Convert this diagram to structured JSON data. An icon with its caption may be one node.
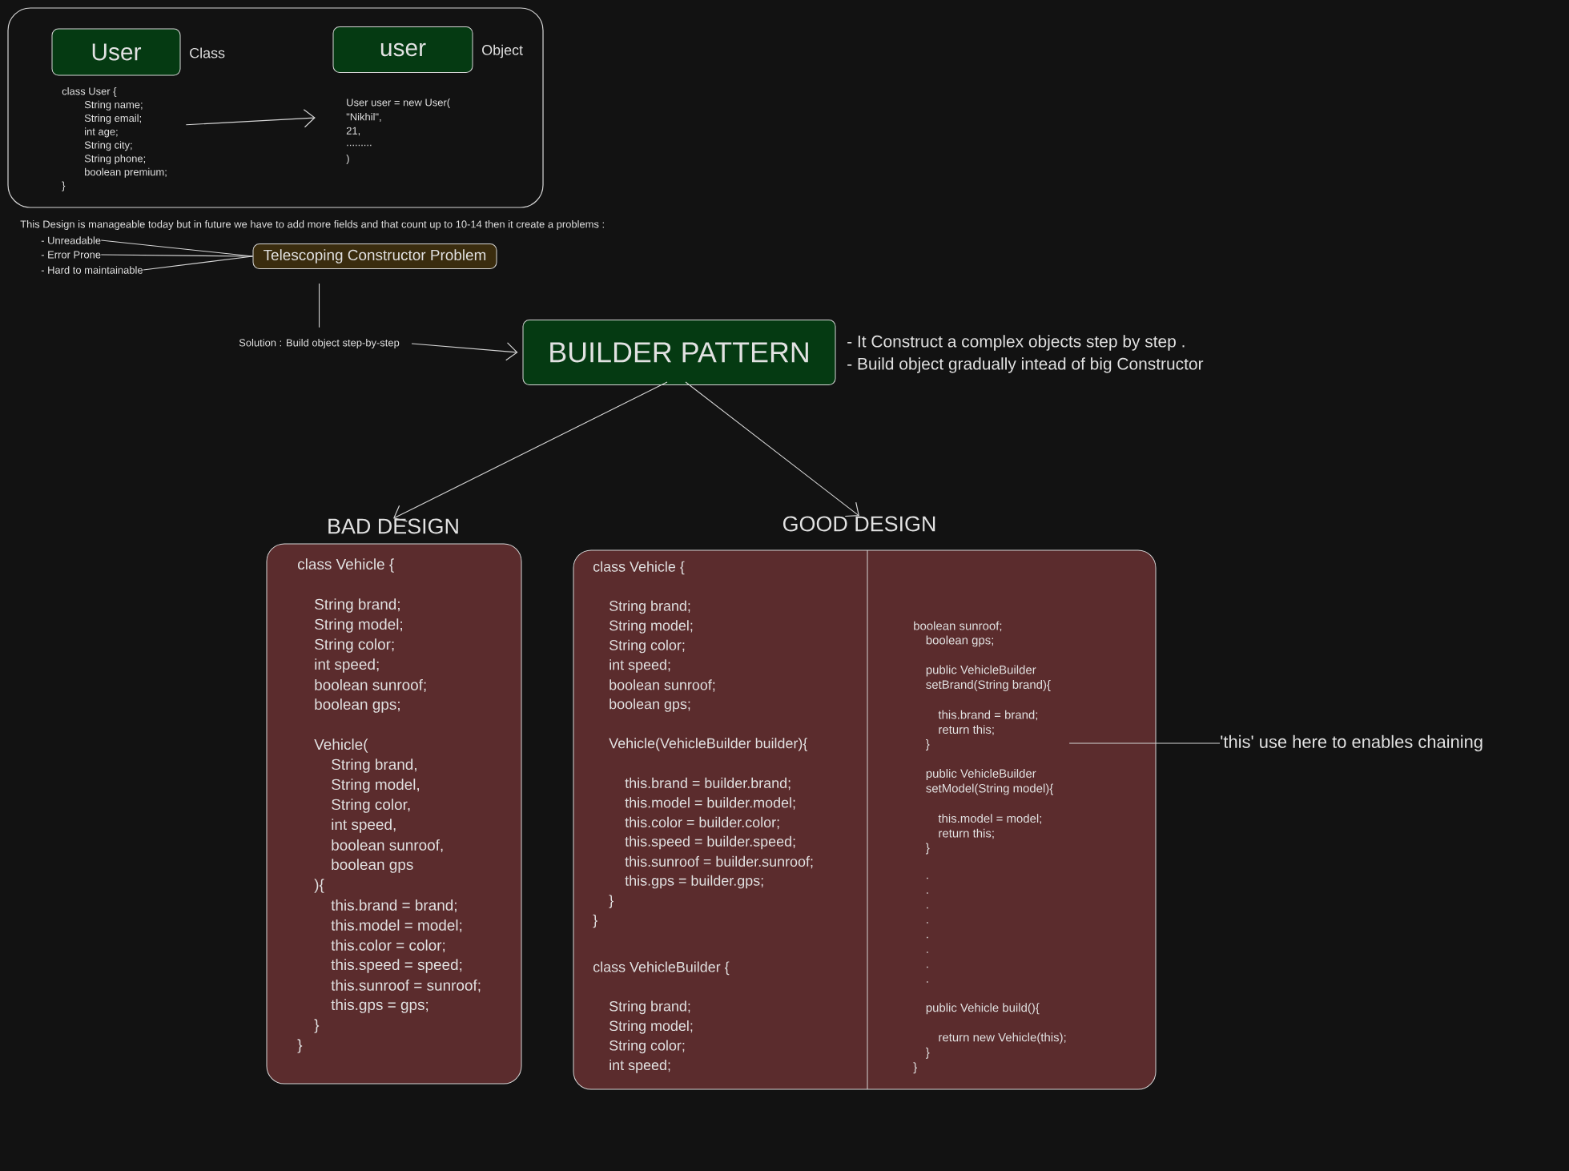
{
  "diagram": {
    "nodes": [
      {
        "text": [],
        "shape": "box"
      },
      {
        "text": [
          "User"
        ],
        "beside": [
          "Class"
        ],
        "in": 0
      },
      {
        "text": [
          "user"
        ],
        "beside": [
          "Object"
        ],
        "in": 0
      },
      {
        "text": [
          "class User {",
          "String name;",
          "String email;",
          "int age;",
          "String city;",
          "String phone;",
          "boolean premium;",
          "}"
        ],
        "in": 0
      },
      {
        "text": [
          "User user = new  User(",
          "\"Nikhil\",",
          "21,",
          ".........",
          ")"
        ],
        "in": 0
      },
      {
        "text": [
          "- Unreadable"
        ]
      },
      {
        "text": [
          "- Error Prone"
        ]
      },
      {
        "text": [
          "- Hard to maintainable"
        ]
      },
      {
        "text": [
          "Telescoping Constructor Problem"
        ]
      },
      {
        "text": [
          "Solution : Build object step-by-step"
        ]
      },
      {
        "text": [
          "BUILDER PATTERN"
        ],
        "beside": [
          "- It Construct a complex objects step by step .",
          "- Build object gradually intead of big Constructor"
        ]
      },
      {
        "text": [
          "BAD DESIGN",
          "class Vehicle {",
          "String brand;",
          "String model;",
          "String color;",
          "int speed;",
          "boolean sunroof;",
          "boolean gps;",
          "Vehicle(",
          "String brand,",
          "String model,",
          "String color,",
          "int speed,",
          "boolean sunroof,",
          "boolean gps",
          "){",
          "this.brand = brand;",
          "this.model = model;",
          "this.color = color;",
          "this.speed = speed;",
          "this.sunroof = sunroof;",
          "this.gps = gps;",
          "}",
          "}"
        ]
      },
      {
        "text": [
          "GOOD DESIGN"
        ]
      },
      {
        "text": [
          "class Vehicle {",
          "String brand;",
          "String model;",
          "String color;",
          "int speed;",
          "boolean sunroof;",
          "boolean gps;",
          "Vehicle(VehicleBuilder builder){",
          "this.brand = builder.brand;",
          "this.model = builder.model;",
          "this.color = builder.color;",
          "this.speed = builder.speed;",
          "this.sunroof = builder.sunroof;",
          "this.gps = builder.gps;",
          "}",
          "}",
          "class VehicleBuilder {",
          "String brand;",
          "String model;",
          "String color;",
          "int speed;"
        ],
        "in": 12
      },
      {
        "text": [
          "boolean sunroof;",
          "boolean gps;",
          "public VehicleBuilder",
          "setBrand(String brand){",
          "this.brand = brand;",
          "return this;",
          "}",
          "public VehicleBuilder",
          "setModel(String model){",
          "this.model = model;",
          "return this;",
          "}",
          ".",
          ".",
          ".",
          ".",
          ".",
          ".",
          ".",
          ".",
          "public Vehicle build(){",
          "return new Vehicle(this);",
          "}",
          "}"
        ],
        "in": 12
      },
      {
        "text": [
          "'this' use here to enables chaining"
        ]
      }
    ],
    "edges": [
      {
        "from": 3,
        "to": 4,
        "arrow": "to"
      },
      {
        "from": 5,
        "to": 8,
        "arrow": "none"
      },
      {
        "from": 6,
        "to": 8,
        "arrow": "none"
      },
      {
        "from": 7,
        "to": 8,
        "arrow": "none"
      },
      {
        "from": 8,
        "to": 9,
        "arrow": "none"
      },
      {
        "from": 9,
        "to": 10,
        "arrow": "to"
      },
      {
        "from": 10,
        "to": 11,
        "arrow": "to"
      },
      {
        "from": 10,
        "to": 12,
        "arrow": "to"
      },
      {
        "from": 15,
        "to": 14,
        "arrow": "none"
      }
    ],
    "labels": [
      "This Design is manageable today but in future we have to add more fields and that count up to 10-14 then it create a problems :"
    ]
  }
}
